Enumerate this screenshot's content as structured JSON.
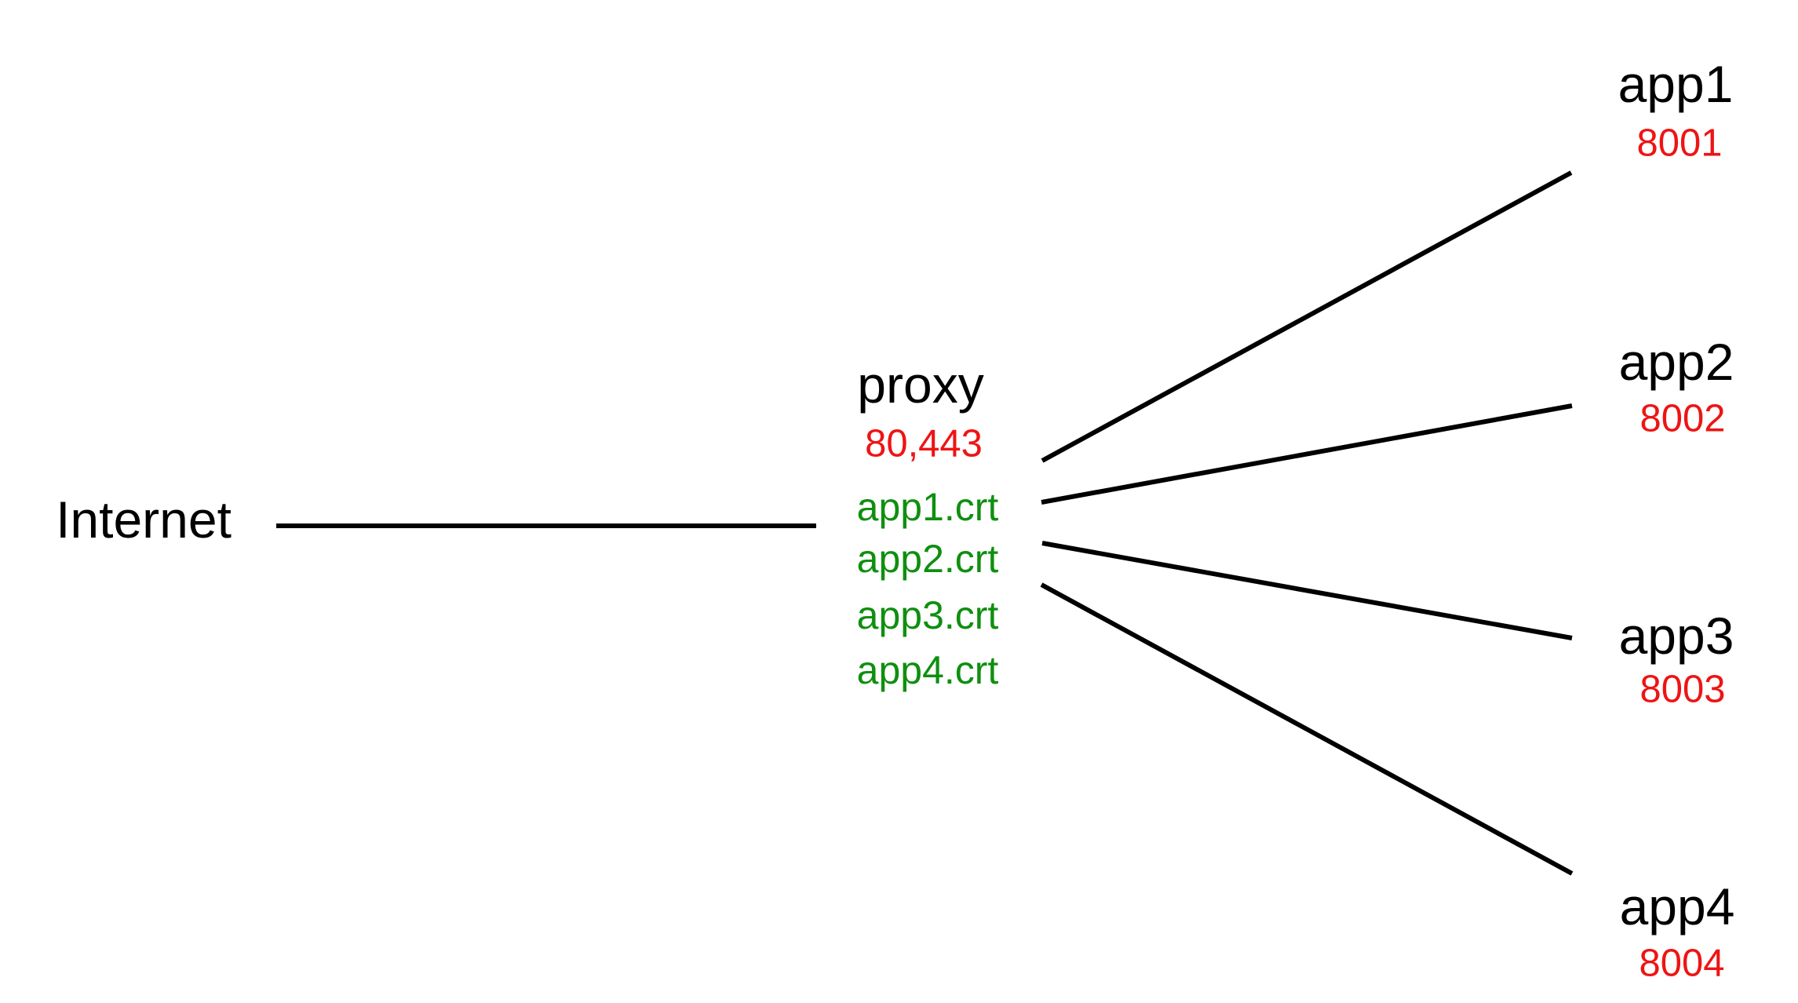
{
  "colors": {
    "line_color": "#000000",
    "label_text": "#000000",
    "port_text": "#ee1414",
    "cert_text": "#0f8f0f",
    "background": "#ffffff"
  },
  "nodes": {
    "internet": {
      "label": "Internet"
    },
    "proxy": {
      "label": "proxy",
      "ports": "80,443",
      "certs": [
        "app1.crt",
        "app2.crt",
        "app3.crt",
        "app4.crt"
      ]
    },
    "apps": [
      {
        "name": "app1",
        "port": "8001"
      },
      {
        "name": "app2",
        "port": "8002"
      },
      {
        "name": "app3",
        "port": "8003"
      },
      {
        "name": "app4",
        "port": "8004"
      }
    ]
  },
  "edges": [
    {
      "from": "Internet",
      "to": "proxy"
    },
    {
      "from": "proxy",
      "to": "app1"
    },
    {
      "from": "proxy",
      "to": "app2"
    },
    {
      "from": "proxy",
      "to": "app3"
    },
    {
      "from": "proxy",
      "to": "app4"
    }
  ]
}
